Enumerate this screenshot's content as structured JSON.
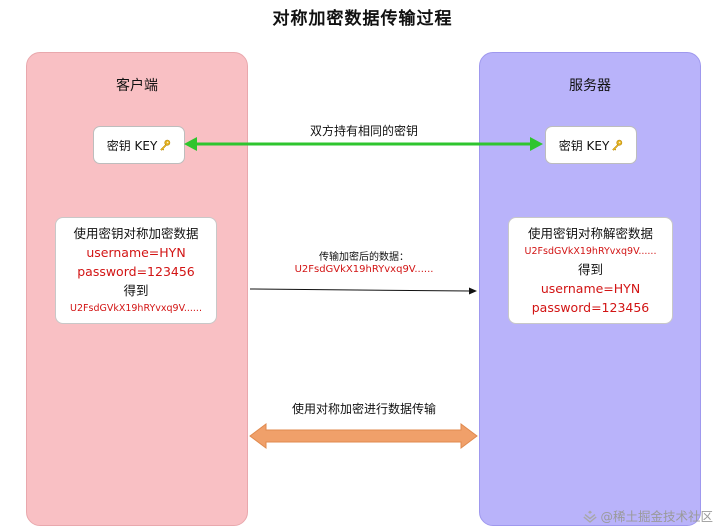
{
  "title": "对称加密数据传输过程",
  "client": {
    "title": "客户端",
    "key_label": "密钥 KEY",
    "card": {
      "line1": "使用密钥对称加密数据",
      "line2": "username=HYN",
      "line3": "password=123456",
      "line4": "得到",
      "line5": "U2FsdGVkX19hRYvxq9V......"
    }
  },
  "server": {
    "title": "服务器",
    "key_label": "密钥 KEY",
    "card": {
      "line1": "使用密钥对称解密数据",
      "line2": "U2FsdGVkX19hRYvxq9V......",
      "line3": "得到",
      "line4": "username=HYN",
      "line5": "password=123456"
    }
  },
  "arrows": {
    "shared_key_label": "双方持有相同的密钥",
    "transfer_label": "传输加密后的数据：",
    "transfer_ciphertext": "U2FsdGVkX19hRYvxq9V......",
    "symmetric_label": "使用对称加密进行数据传输"
  },
  "watermark": "@稀土掘金技术社区",
  "colors": {
    "client_panel": "#f9c0c4",
    "server_panel": "#b9b3fa",
    "green_arrow": "#2ec52e",
    "orange_arrow": "#f0a06a",
    "red_text": "#d21414"
  },
  "icons": {
    "key": "key-icon",
    "watermark_logo": "juejin-logo-icon"
  }
}
